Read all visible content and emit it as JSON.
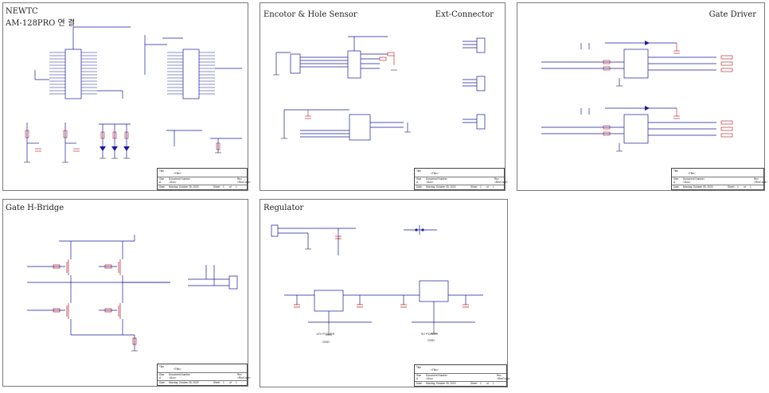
{
  "sheets": {
    "s1": {
      "title1": "NEWTC",
      "title2": "AM-128PRO  연 결"
    },
    "s2": {
      "title_left": "Encotor & Hole Sensor",
      "title_right": "Ext-Connector"
    },
    "s3": {
      "title": "Gate Driver"
    },
    "s4": {
      "title": "Gate H-Bridge"
    },
    "s5": {
      "title": "Regulator",
      "label_12v": "12V POWER",
      "label_5v": "5V POWER",
      "label_gnd": "GND"
    }
  },
  "titleblock": {
    "title_label": "Title",
    "title_value": "<Title>",
    "size_label": "Size",
    "size_value": "A",
    "docnum_label": "Document Number",
    "docnum_value": "<Doc>",
    "rev_label": "Rev",
    "rev_value": "<RevCode>",
    "date_label": "Date:",
    "date_value": "Monday, October 05, 2020",
    "sheet_label": "Sheet",
    "sheet_value": "1",
    "of_label": "of",
    "of_value": "1"
  },
  "colors": {
    "wire": "#1a1a9c",
    "part": "#b01818",
    "net": "#c02020",
    "ground": "#333333"
  }
}
